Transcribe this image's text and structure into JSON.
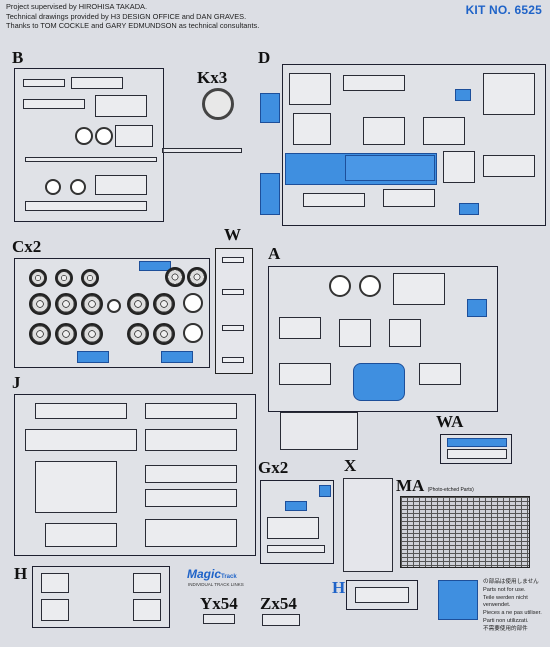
{
  "header": {
    "credit_line_1": "Project supervised by HIROHISA TAKADA.",
    "credit_line_2": "Technical drawings provided by H3 DESIGN OFFICE and DAN GRAVES.",
    "credit_line_3": "Thanks to TOM COCKLE and GARY EDMUNDSON as technical consultants.",
    "kit_number": "KIT NO. 6525"
  },
  "sprues": {
    "B": "B",
    "Kx3": "Kx3",
    "D": "D",
    "Cx2": "Cx2",
    "W": "W",
    "A": "A",
    "J": "J",
    "WA": "WA",
    "Gx2": "Gx2",
    "X": "X",
    "MA": "MA",
    "MA_note": "(Photo-etched Parts)",
    "H_left": "H",
    "Yx54": "Yx54",
    "Zx54": "Zx54",
    "H_blue": "H"
  },
  "logo": {
    "name": "Magic",
    "suffix": "Track",
    "tagline": "INDIVIDUAL TRACK LINKS"
  },
  "legend": {
    "line_1": "の部品は使用しません",
    "line_2": "Parts not for use.",
    "line_3": "Teile werden nicht verwendet.",
    "line_4": "Pieces a ne pas utiliser.",
    "line_5": "Parti non utilizzati.",
    "line_6": "不需要使用的部件"
  },
  "colors": {
    "unused_highlight": "#3f8fe0",
    "kit_number": "#1f63c8",
    "paper": "#dcdee4"
  }
}
